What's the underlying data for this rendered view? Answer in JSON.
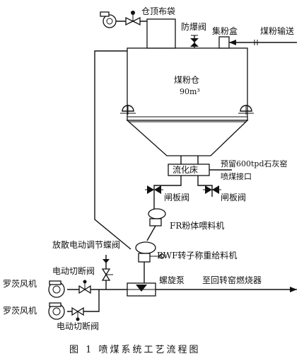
{
  "labels": {
    "bag_filter": "仓顶布袋",
    "explosion_valve": "防爆阀",
    "dust_box": "集粉盒",
    "coal_transport": "煤粉输送",
    "silo_name": "煤粉仓",
    "silo_volume": "90m³",
    "fluidized_bed": "流化床",
    "reserved_port_line1": "预留600tpd石灰窑",
    "reserved_port_line2": "喷煤接口",
    "gate_valve_left": "闸板阀",
    "gate_valve_right": "闸板阀",
    "fr_feeder": "FR粉体喂料机",
    "bleed_valve": "放散电动调节蝶阀",
    "rwf_feeder": "RWF转子称重给料机",
    "screw_pump": "螺旋泵",
    "to_burner": "至回转窑燃烧器",
    "blower_1": "罗茨风机",
    "cutoff_valve_1": "电动切断阀",
    "blower_2": "罗茨风机",
    "cutoff_valve_2": "电动切断阀"
  },
  "caption": "图 1    喷煤系统工艺流程图"
}
